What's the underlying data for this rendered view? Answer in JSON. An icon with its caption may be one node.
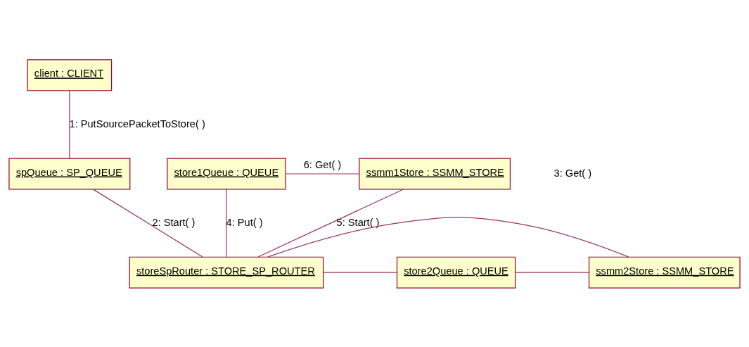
{
  "diagram": {
    "nodes": [
      {
        "text": [
          "client : CLIENT"
        ]
      },
      {
        "text": [
          "spQueue : SP_QUEUE"
        ]
      },
      {
        "text": [
          "store1Queue : QUEUE"
        ]
      },
      {
        "text": [
          "ssmm1Store : SSMM_STORE"
        ]
      },
      {
        "text": [
          "storeSpRouter : STORE_SP_ROUTER"
        ]
      },
      {
        "text": [
          "store2Queue : QUEUE"
        ]
      },
      {
        "text": [
          "ssmm2Store : SSMM_STORE"
        ]
      }
    ],
    "edges": [
      {
        "from": 0,
        "to": 1,
        "arrow": "none",
        "label": "1: PutSourcePacketToStore( )"
      },
      {
        "from": 1,
        "to": 4,
        "arrow": "none",
        "label": "2: Start( )"
      },
      {
        "from": 4,
        "to": 2,
        "arrow": "none",
        "label": "4: Put( )"
      },
      {
        "from": 4,
        "to": 3,
        "arrow": "none",
        "label": "5: Start( )"
      },
      {
        "from": 2,
        "to": 3,
        "arrow": "none",
        "label": "6: Get( )"
      },
      {
        "from": 4,
        "to": 5,
        "arrow": "none"
      },
      {
        "from": 5,
        "to": 6,
        "arrow": "none"
      },
      {
        "from": 4,
        "to": 6,
        "arrow": "none"
      }
    ],
    "labels": [
      "3: Get( )"
    ]
  }
}
